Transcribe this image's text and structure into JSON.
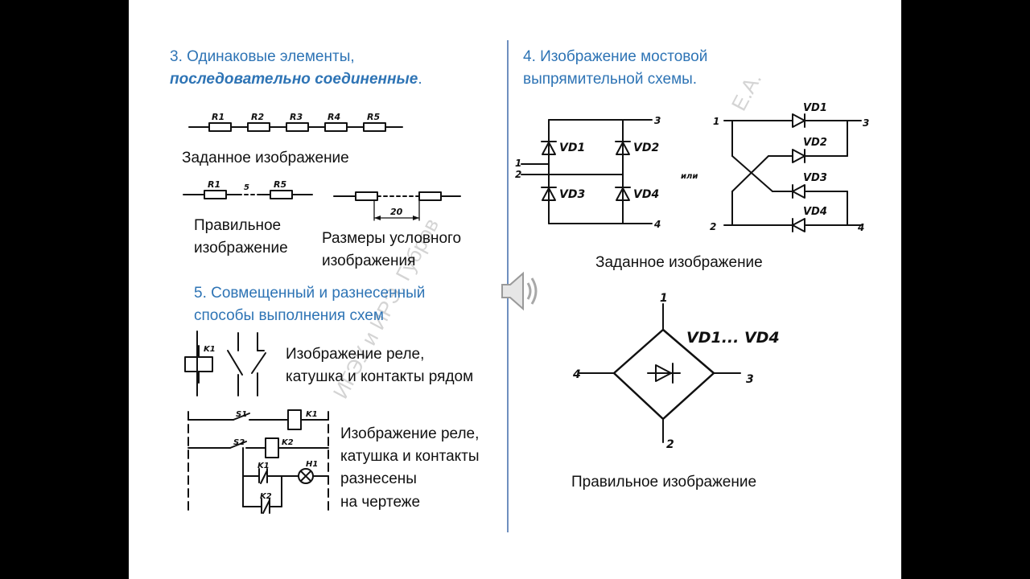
{
  "section3": {
    "title_line1": "3. Одинаковые элементы,",
    "title_line2_emph": "последовательно соединенные",
    "title_line2_tail": ".",
    "resistors": [
      "R1",
      "R2",
      "R3",
      "R4",
      "R5"
    ],
    "given_caption": "Заданное  изображение",
    "correct_r_first": "R1",
    "correct_r_last": "R5",
    "correct_gap_label": "5",
    "correct_caption_line1": "Правильное",
    "correct_caption_line2": "изображение",
    "dimension_value": "20",
    "dimension_caption_line1": "Размеры условного",
    "dimension_caption_line2": " изображения"
  },
  "section4": {
    "title_line1": "4. Изображение мостовой",
    "title_line2": "выпрямительной схемы.",
    "bridge_diodes": [
      "VD1",
      "VD2",
      "VD3",
      "VD4"
    ],
    "terminals": [
      "1",
      "2",
      "3",
      "4"
    ],
    "or_label": "или",
    "given_caption": "Заданное  изображение",
    "bridge_label": "VD1... VD4",
    "correct_caption": "Правильное  изображение"
  },
  "section5": {
    "title_line1": "5. Совмещенный и разнесенный",
    "title_line2": " способы выполнения схем",
    "relay_label": "K1",
    "combined_caption_line1": "Изображение реле,",
    "combined_caption_line2": "катушка и контакты рядом",
    "switch_labels": [
      "S1",
      "S2"
    ],
    "coil_labels": [
      "K1",
      "K2"
    ],
    "contact_labels": [
      "K1",
      "K2"
    ],
    "lamp_label": "H1",
    "separated_caption_line1": "Изображение реле,",
    "separated_caption_line2": "катушка и контакты",
    "separated_caption_line3": " разнесены",
    "separated_caption_line4": " на чертеже"
  },
  "watermark": {
    "text_a": "ИГЭУ и ИРЭ. Губров",
    "text_b": "Е.А."
  },
  "colors": {
    "heading": "#2e74b5",
    "body_text": "#111111",
    "divider": "#6f8fbf",
    "watermark": "#d4d4d4",
    "letterbox": "#000000"
  },
  "icons": {
    "speaker": "speaker-icon"
  }
}
